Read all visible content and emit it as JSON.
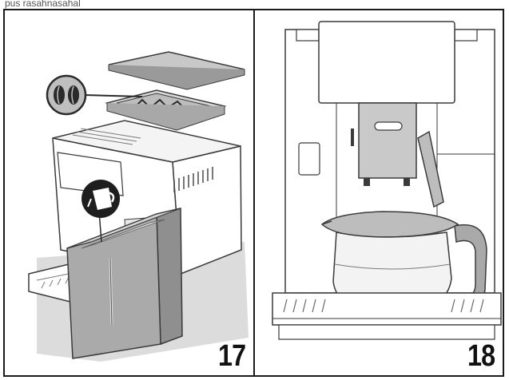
{
  "caption_fragment": "pus rasahnasahal",
  "panels": [
    {
      "step": "17",
      "icons": [
        "coffee-beans-icon",
        "water-pitcher-icon"
      ]
    },
    {
      "step": "18",
      "icons": []
    }
  ],
  "colors": {
    "line": "#3a3a3a",
    "shadow": "#b9b9b9",
    "tank": "#a9a9a9",
    "carafe": "#c8c8c8"
  }
}
